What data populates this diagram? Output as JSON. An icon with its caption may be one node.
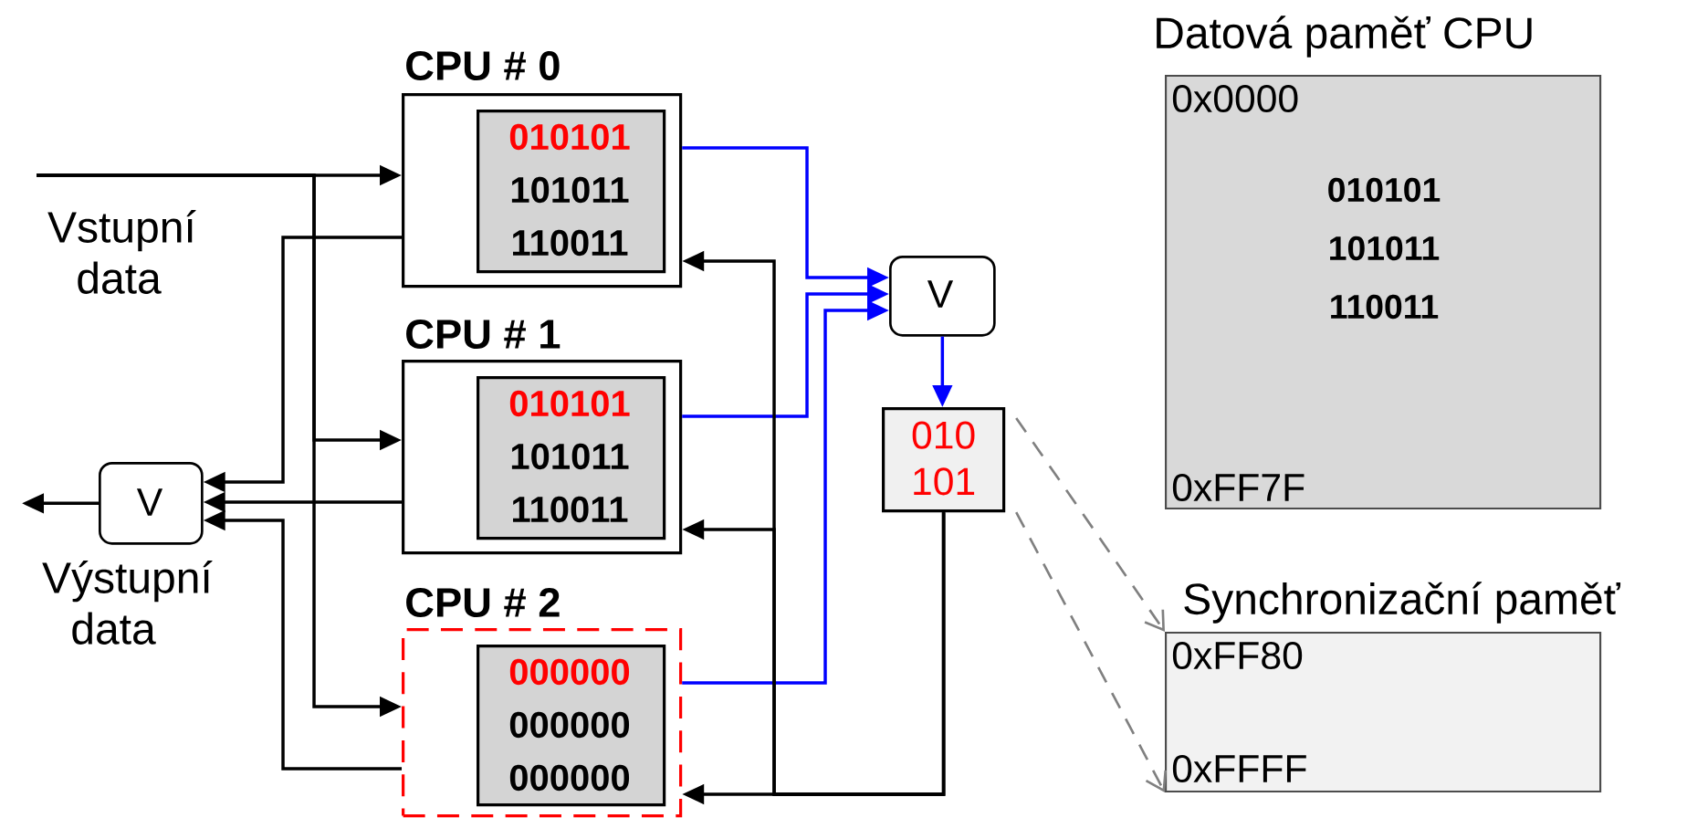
{
  "diagram": {
    "nodes": [
      {
        "text": [
          "CPU # 0"
        ]
      },
      {
        "text": [
          "010101",
          "101011",
          "110011"
        ],
        "in": 0
      },
      {
        "text": [
          "CPU # 1"
        ]
      },
      {
        "text": [
          "010101",
          "101011",
          "110011"
        ],
        "in": 2
      },
      {
        "text": [
          "CPU # 2"
        ]
      },
      {
        "text": [
          "000000",
          "000000",
          "000000"
        ],
        "in": 4
      },
      {
        "text": [
          "V"
        ]
      },
      {
        "text": [
          "010 101"
        ]
      },
      {
        "text": [
          "V"
        ]
      },
      {
        "text": [
          "Datová paměť CPU",
          "0x0000",
          "010101",
          "101011",
          "110011",
          "0xFF7F"
        ]
      },
      {
        "text": [
          "Synchronizační paměť",
          "0xFF80",
          "0xFFFF"
        ]
      }
    ],
    "edges": [
      {
        "from": null,
        "to": 0,
        "arrow": "to"
      },
      {
        "from": null,
        "to": 2,
        "arrow": "to"
      },
      {
        "from": null,
        "to": 4,
        "arrow": "to"
      },
      {
        "from": 0,
        "to": 8,
        "arrow": "to"
      },
      {
        "from": 2,
        "to": 8,
        "arrow": "to"
      },
      {
        "from": 4,
        "to": 8,
        "arrow": "to"
      },
      {
        "from": 8,
        "to": null,
        "arrow": "to"
      },
      {
        "from": 0,
        "to": 6,
        "arrow": "to",
        "color": "#0000ff"
      },
      {
        "from": 2,
        "to": 6,
        "arrow": "to",
        "color": "#0000ff"
      },
      {
        "from": 4,
        "to": 6,
        "arrow": "to",
        "color": "#0000ff"
      },
      {
        "from": 6,
        "to": 7,
        "arrow": "to",
        "color": "#0000ff"
      },
      {
        "from": 7,
        "to": 0,
        "arrow": "to"
      },
      {
        "from": 7,
        "to": 2,
        "arrow": "to"
      },
      {
        "from": 7,
        "to": 4,
        "arrow": "to"
      },
      {
        "from": 7,
        "to": 10,
        "arrow": "to",
        "style": "dashed",
        "color": "#808080"
      },
      {
        "from": 7,
        "to": 10,
        "arrow": "to",
        "style": "dashed",
        "color": "#808080"
      }
    ],
    "labels": [
      "Vstupní data",
      "Výstupní data"
    ]
  }
}
